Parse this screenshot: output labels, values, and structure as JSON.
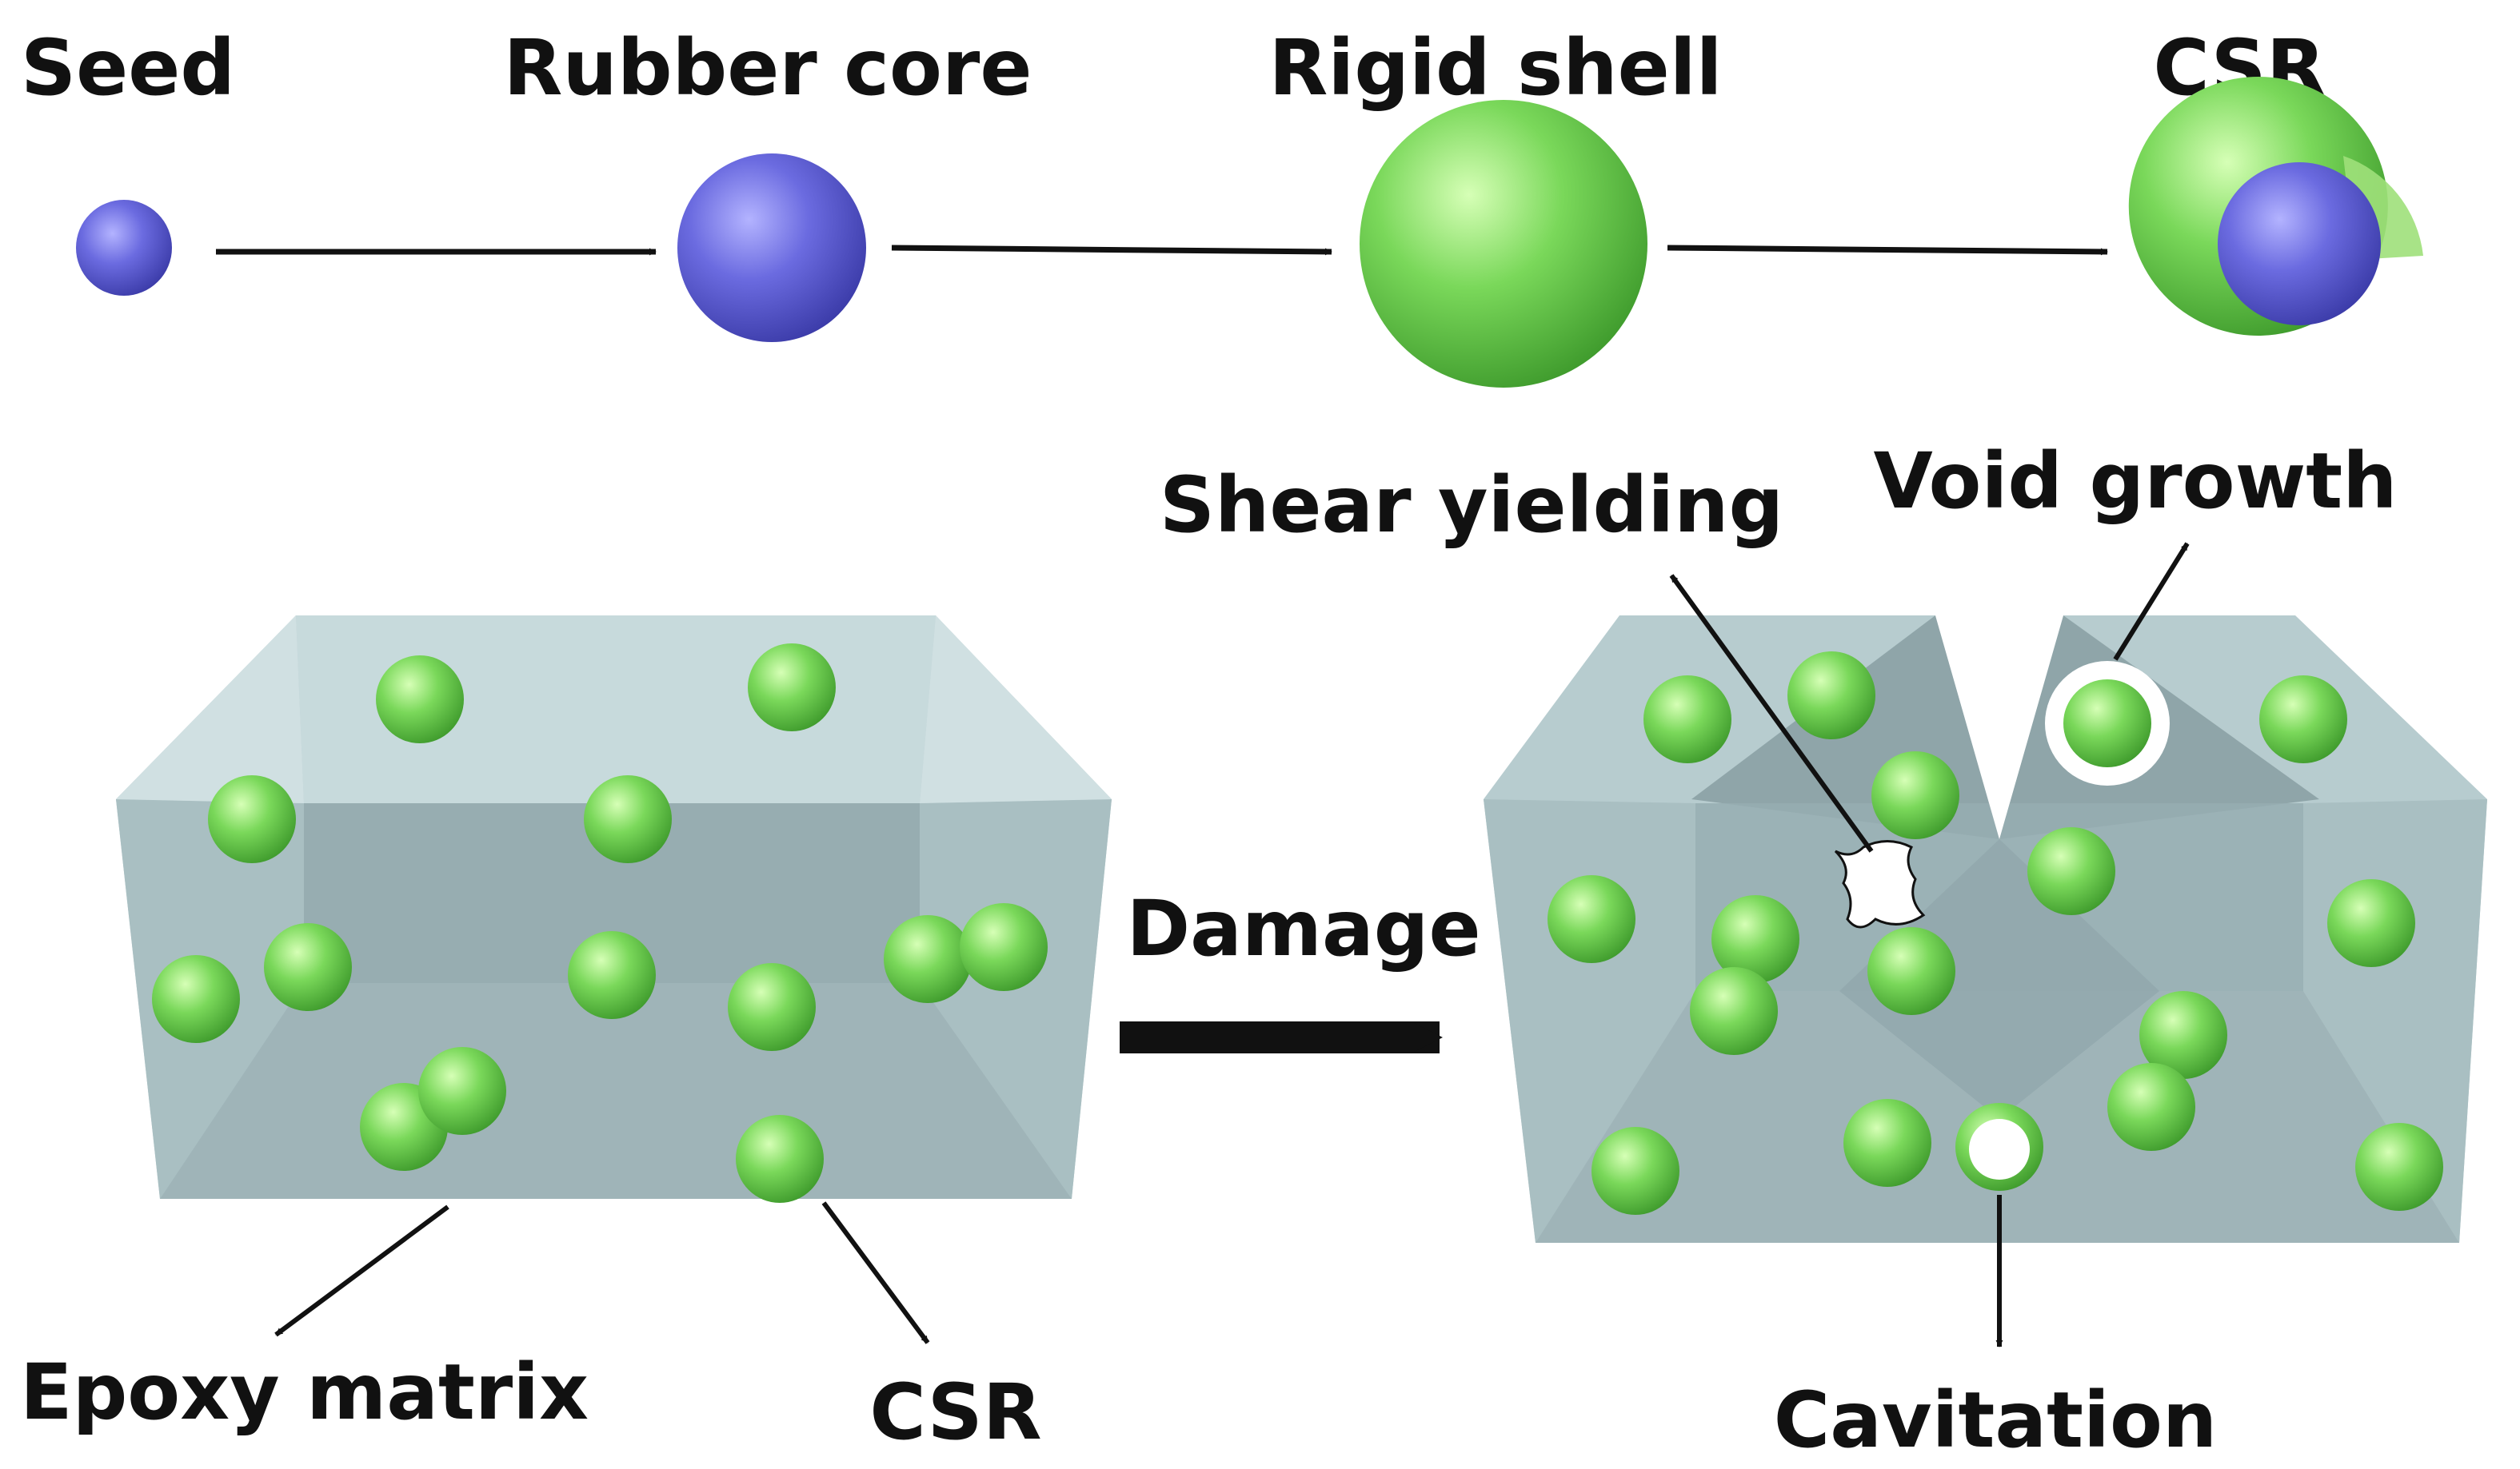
{
  "synthesis": {
    "seed_label": "Seed",
    "rubber_core_label": "Rubber core",
    "rigid_shell_label": "Rigid shell",
    "csr_label": "CSR"
  },
  "composite": {
    "epoxy_matrix_label": "Epoxy matrix",
    "csr_label": "CSR"
  },
  "process": {
    "damage_label": "Damage"
  },
  "damaged": {
    "shear_yielding_label": "Shear yielding",
    "void_growth_label": "Void growth",
    "cavitation_label": "Cavitation"
  },
  "colors": {
    "core": "#6b6be0",
    "shell": "#7ad85a",
    "matrix_front": "#b7cccf",
    "matrix_back": "#9fb4b8",
    "text": "#111111"
  }
}
